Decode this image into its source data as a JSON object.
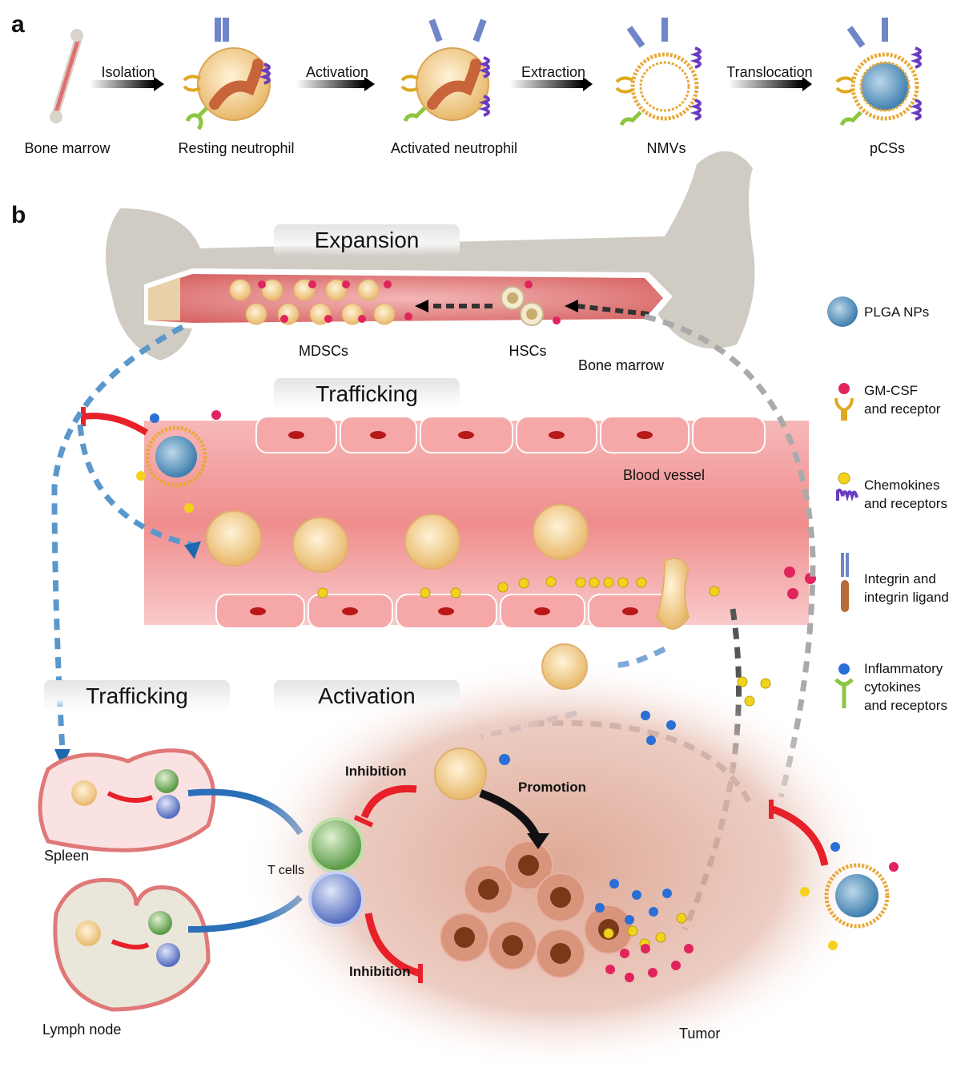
{
  "panel_a": {
    "letter": "a",
    "stages": [
      {
        "label": "Bone marrow"
      },
      {
        "label": "Resting neutrophil"
      },
      {
        "label": "Activated neutrophil"
      },
      {
        "label": "NMVs"
      },
      {
        "label": "pCSs"
      }
    ],
    "arrows": [
      {
        "label": "Isolation"
      },
      {
        "label": "Activation"
      },
      {
        "label": "Extraction"
      },
      {
        "label": "Translocation"
      }
    ]
  },
  "panel_b": {
    "letter": "b",
    "banners": {
      "expansion": "Expansion",
      "trafficking_top": "Trafficking",
      "trafficking_left": "Trafficking",
      "activation": "Activation"
    },
    "labels": {
      "mdscs": "MDSCs",
      "hscs": "HSCs",
      "bone_marrow": "Bone marrow",
      "blood_vessel": "Blood vessel",
      "spleen": "Spleen",
      "lymph_node": "Lymph node",
      "t_cells": "T cells",
      "inhibition_top": "Inhibition",
      "inhibition_bottom": "Inhibition",
      "promotion": "Promotion",
      "tumor": "Tumor"
    },
    "legend": [
      {
        "icon": "plga-nanoparticle-icon",
        "text": "PLGA NPs"
      },
      {
        "icon": "gm-csf-receptor-icon",
        "text": "GM-CSF\nand receptor"
      },
      {
        "icon": "chemokine-receptor-icon",
        "text": "Chemokines\nand receptors"
      },
      {
        "icon": "integrin-ligand-icon",
        "text": "Integrin and\nintegrin ligand"
      },
      {
        "icon": "cytokine-receptor-icon",
        "text": "Inflammatory\ncytokines\nand receptors"
      }
    ]
  },
  "colors": {
    "gm_csf": "#e0245e",
    "chemokine": "#f2d21c",
    "cytokine": "#2a6fd6",
    "gm_csf_receptor": "#e0a820",
    "chemokine_receptor": "#6a3cc0",
    "integrin": "#6f86c8",
    "integrin_ligand": "#b86a3a",
    "cytokine_receptor": "#8cc63f",
    "inhibition_arrow": "#e8202a",
    "trafficking_arrow": "#2a6fb8",
    "neutrophil": "#f0c88a",
    "vessel": "#f08a8a",
    "bone": "#cfcac2"
  }
}
